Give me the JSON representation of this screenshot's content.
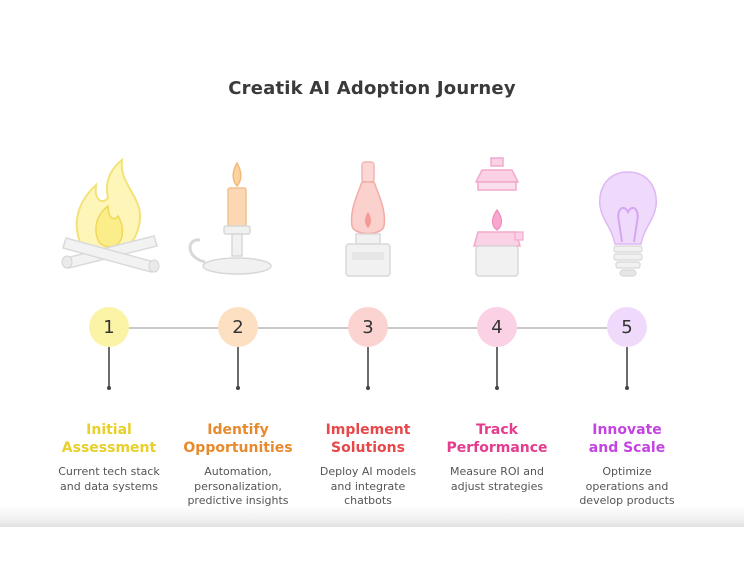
{
  "title": "Creatik AI Adoption Journey",
  "steps": [
    {
      "number": "1",
      "title_line1": "Initial",
      "title_line2": "Assessment",
      "desc_line1": "Current tech stack",
      "desc_line2": "and data systems",
      "desc_line3": "",
      "icon": "campfire-icon",
      "color": "#e8cf2a",
      "node_color": "#fbf3a6"
    },
    {
      "number": "2",
      "title_line1": "Identify",
      "title_line2": "Opportunities",
      "desc_line1": "Automation,",
      "desc_line2": "personalization,",
      "desc_line3": "predictive insights",
      "icon": "candle-icon",
      "color": "#e88a2c",
      "node_color": "#fde0c2"
    },
    {
      "number": "3",
      "title_line1": "Implement",
      "title_line2": "Solutions",
      "desc_line1": "Deploy AI models",
      "desc_line2": "and integrate",
      "desc_line3": "chatbots",
      "icon": "oil-lamp-icon",
      "color": "#e8484a",
      "node_color": "#fbd4d2"
    },
    {
      "number": "4",
      "title_line1": "Track",
      "title_line2": "Performance",
      "desc_line1": "Measure ROI and",
      "desc_line2": "adjust strategies",
      "desc_line3": "",
      "icon": "gas-lantern-icon",
      "color": "#e43c8e",
      "node_color": "#fbd1e6"
    },
    {
      "number": "5",
      "title_line1": "Innovate",
      "title_line2": "and Scale",
      "desc_line1": "Optimize",
      "desc_line2": "operations and",
      "desc_line3": "develop products",
      "icon": "light-bulb-icon",
      "color": "#c344e0",
      "node_color": "#efdafb"
    }
  ]
}
